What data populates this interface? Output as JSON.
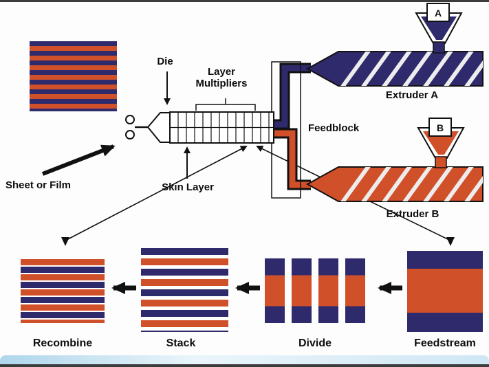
{
  "diagram": {
    "sheet_or_film_label": "Sheet or Film",
    "die_label": "Die",
    "layer_multipliers_label": "Layer Multipliers",
    "skin_layer_label": "Skin Layer",
    "feedblock_label": "Feedblock",
    "extruder_a": {
      "label": "Extruder A",
      "hopper_letter": "A"
    },
    "extruder_b": {
      "label": "Extruder B",
      "hopper_letter": "B"
    },
    "steps": {
      "feedstream_label": "Feedstream",
      "divide_label": "Divide",
      "stack_label": "Stack",
      "recombine_label": "Recombine"
    },
    "colors": {
      "polymer_a_navy": "#2f2a6b",
      "polymer_b_orange": "#d0502a",
      "line_black": "#111111"
    }
  }
}
